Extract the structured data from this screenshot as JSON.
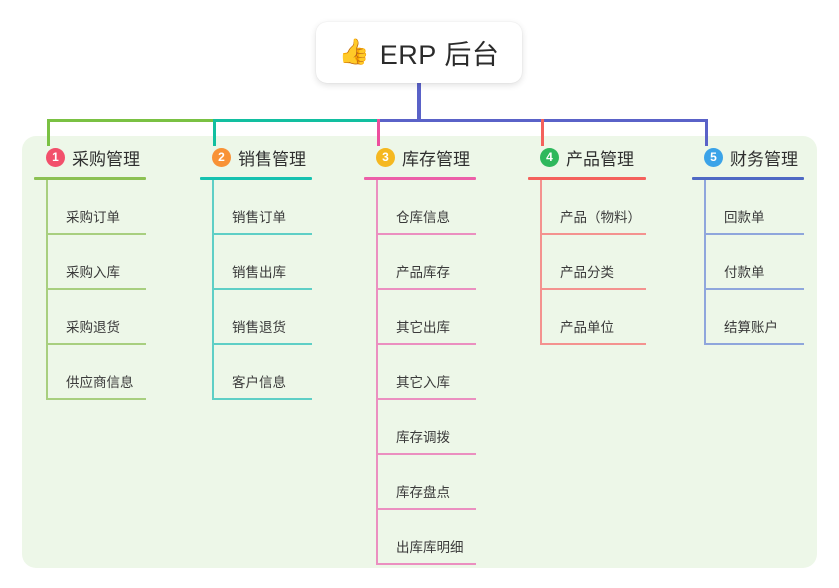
{
  "root": {
    "emoji": "👍",
    "emoji_name": "thumbs-up-icon",
    "title": "ERP 后台"
  },
  "palette": {
    "page_background": "#ffffff",
    "panel_background": "#edf7e8",
    "card_background": "#ffffff",
    "text": "#333333",
    "stem": "#5a62c8",
    "bus_left": "#7ac143",
    "bus_mid": "#12bfa0",
    "bus_right": "#5a62c8"
  },
  "columns": [
    {
      "index": "1",
      "title": "采购管理",
      "badge_color": "#f2506b",
      "rule_color": "#8cc153",
      "leaf_color": "#a8cf7f",
      "drop_color": "#7ac143",
      "items": [
        "采购订单",
        "采购入库",
        "采购退货",
        "供应商信息"
      ]
    },
    {
      "index": "2",
      "title": "销售管理",
      "badge_color": "#f89236",
      "rule_color": "#16c2b0",
      "leaf_color": "#5ecfc6",
      "drop_color": "#12bfa0",
      "items": [
        "销售订单",
        "销售出库",
        "销售退货",
        "客户信息"
      ]
    },
    {
      "index": "3",
      "title": "库存管理",
      "badge_color": "#f5b820",
      "rule_color": "#ec5fa8",
      "leaf_color": "#eb8fc0",
      "drop_color": "#ed4e9e",
      "items": [
        "仓库信息",
        "产品库存",
        "其它出库",
        "其它入库",
        "库存调拨",
        "库存盘点",
        "出库库明细"
      ]
    },
    {
      "index": "4",
      "title": "产品管理",
      "badge_color": "#2eb85c",
      "rule_color": "#f4615c",
      "leaf_color": "#f4928f",
      "drop_color": "#f4615c",
      "items": [
        "产品（物料）",
        "产品分类",
        "产品单位"
      ]
    },
    {
      "index": "5",
      "title": "财务管理",
      "badge_color": "#3ba3e8",
      "rule_color": "#4f69c4",
      "leaf_color": "#8fa6dc",
      "drop_color": "#5a62c8",
      "items": [
        "回款单",
        "付款单",
        "结算账户"
      ]
    }
  ]
}
